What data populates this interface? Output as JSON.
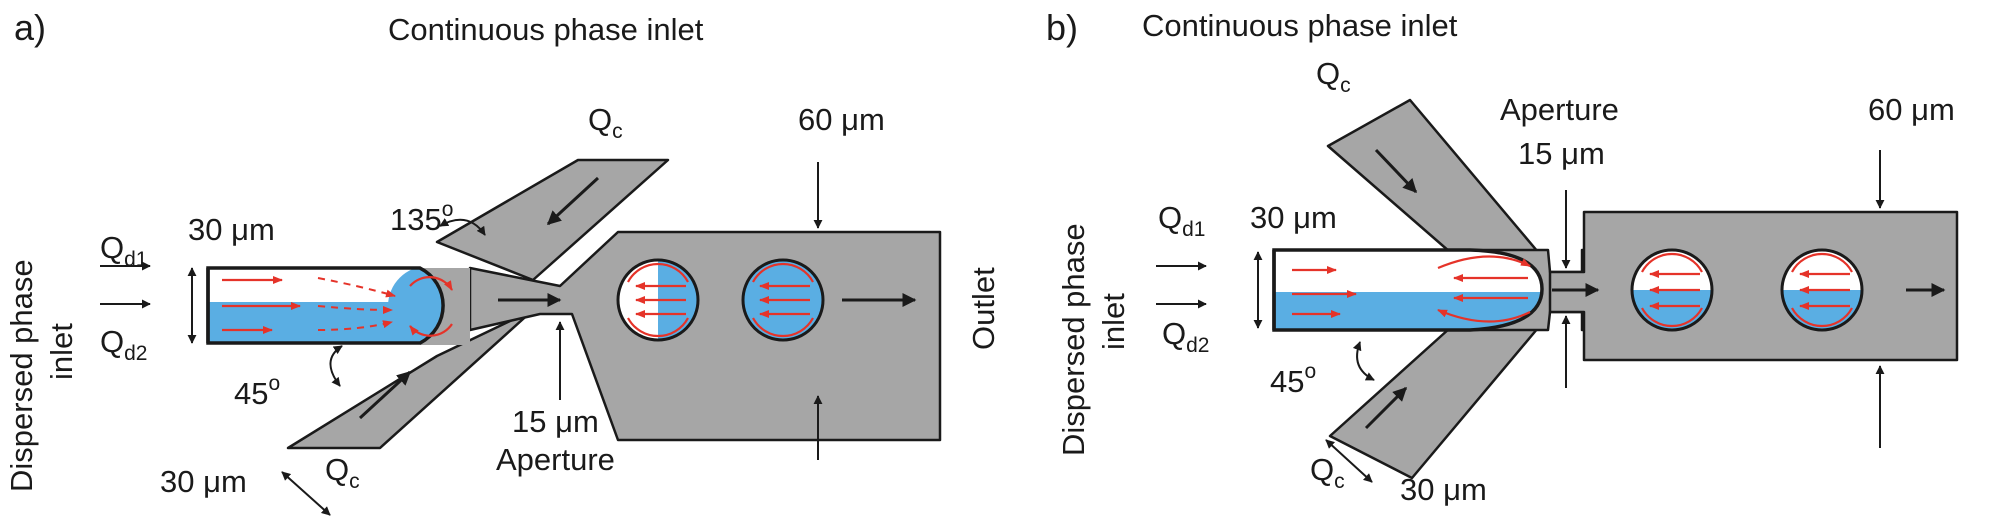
{
  "panel_a": {
    "letter": "a)",
    "top_label": "Continuous phase inlet",
    "side_label_line1": "Dispersed phase",
    "side_label_line2": "inlet",
    "qd1_main": "Q",
    "qd1_sub": "d1",
    "qd2_main": "Q",
    "qd2_sub": "d2",
    "qc_top_main": "Q",
    "qc_top_sub": "c",
    "qc_bottom_main": "Q",
    "qc_bottom_sub": "c",
    "width_inlet": "30 μm",
    "width_side": "30 μm",
    "width_outlet": "60 μm",
    "angle_top": "135",
    "angle_top_deg": "o",
    "angle_bottom": "45",
    "angle_bottom_deg": "o",
    "aperture_size": "15 μm",
    "aperture_label": "Aperture",
    "outlet_label": "Outlet"
  },
  "panel_b": {
    "letter": "b)",
    "top_label": "Continuous phase inlet",
    "side_label_line1": "Dispersed phase",
    "side_label_line2": "inlet",
    "qd1_main": "Q",
    "qd1_sub": "d1",
    "qd2_main": "Q",
    "qd2_sub": "d2",
    "qc_top_main": "Q",
    "qc_top_sub": "c",
    "qc_bottom_main": "Q",
    "qc_bottom_sub": "c",
    "width_inlet": "30 μm",
    "width_side": "30 μm",
    "width_outlet": "60 μm",
    "angle_bottom": "45",
    "angle_bottom_deg": "o",
    "aperture_label": "Aperture",
    "aperture_size": "15 μm"
  },
  "colors": {
    "channel": "#a6a6a6",
    "dispersed_blue": "#5aaee3",
    "flow_arrows": "#e53329",
    "outline": "#1a1a1a"
  }
}
